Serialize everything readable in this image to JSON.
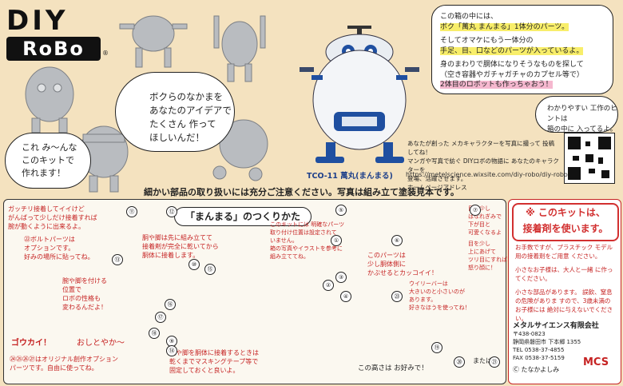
{
  "logo": {
    "top": "DIY",
    "bottom": "RoBo",
    "reg": "®"
  },
  "top_bubble": {
    "line1a": "この箱の中には、",
    "line1b": "ボク「萬丸 まんまる」1体分のパーツ。",
    "line2a": "そしてオマケにもう一体分の",
    "line2b": "手足、目、口などのパーツが入っているよ。",
    "line3a": "身のまわりで胴体になりそうなものを探して",
    "line3b": "（空き容器やガチャガチャのカプセル等で）",
    "line3c": "2体目のロボットも作っちゃおう！"
  },
  "center_bubble": {
    "l1": "ボクらのなかまを",
    "l2": "あなたのアイデアで",
    "l3": "たくさん 作って",
    "l4": "ほしいんだ！"
  },
  "left_bubble": {
    "l1": "これ み〜んな",
    "l2": "このキットで",
    "l3": "作れます！"
  },
  "hint_bubble": {
    "l1": "わかりやすい 工作のヒントは",
    "l2": "箱の中に 入ってるよ。"
  },
  "info": {
    "l1": "あなたが創った メカキャラクターを写真に撮って 投稿してね！",
    "l2": "マンガや写真で紡ぐ DIYロボの物語に あなたのキャラクターを",
    "l3": "登場、活躍させます。",
    "l4": "ホームページアドレス"
  },
  "code_label": "TCO-11 萬丸(まんまる)",
  "url": "https://metelscience.wixsite.com/diy-robo/diy-robo",
  "notice": "細かい部品の取り扱いには充分ご注意ください。写真は組み立て塗装見本です。",
  "howto": "「まんまる」のつくりかた",
  "instr": {
    "a1": "ガッチリ接着してイイけど",
    "a2": "がんばって少しだけ接着すれば",
    "a3": "腕が動くように出来るよ。",
    "b1": "㉒ボルトパーツは",
    "b2": "オプションです。",
    "b3": "好みの場所に貼ってね。",
    "c1": "腕や脚を付ける",
    "c2": "位置で",
    "c3": "ロボの性格も",
    "c4": "変わるんだよ！",
    "d1": "ゴウカイ！",
    "d2": "おしとやか〜",
    "e1": "㉔㉕㉖㉗はオリジナル創作オプション",
    "e2": "パーツです。自由に使ってね。",
    "f1": "胴や脚は先に組み立てて",
    "f2": "接着剤が完全に乾いてから",
    "f3": "胴体に接着します。",
    "g1": "このキットには 明確なパーツ",
    "g2": "取り付け位置は設定されて",
    "g3": "いません。",
    "g4": "箱の写真やイラストを参考に",
    "g5": "組み立ててね。",
    "h1": "このパーツは",
    "h2": "少し胴体側に",
    "h3": "かぶせるとカッコイイ！",
    "i1": "目は少し",
    "i2": "はなれぎみで",
    "i3": "下が目と",
    "i4": "可愛くなるよ",
    "j1": "目を少し",
    "j2": "上にあげて",
    "j3": "ツリ目にすれば",
    "j4": "怒り顔に！",
    "k1": "ウイリーバーは",
    "k2": "大きいのと小さいのが",
    "k3": "あります。",
    "k4": "好きなほうを使ってね！",
    "l1": "腕や脚を胴体に接着するときは",
    "l2": "乾くまでマスキングテープ等で",
    "l3": "固定しておくと良いよ。",
    "m1": "この高さは お好みで！",
    "n1": "または"
  },
  "numbers": [
    "⑫",
    "⑪",
    "⑬",
    "⑩",
    "⑮",
    "⑯",
    "⑰",
    "⑱",
    "⑨",
    "⑤",
    "⑥",
    "①",
    "②",
    "③",
    "④",
    "⑦",
    "⑲",
    "⑳",
    "㉑",
    "㉓",
    "⑭"
  ],
  "warning": {
    "head1": "※ このキットは、",
    "head2": "接着剤を使います。",
    "p1": "お手数ですが、プラスチック モデル用の接着剤をご用意 ください。",
    "p2": "小さなお子様は、大人と一緒 に作ってください。",
    "p3": "小さな部品があります。 誤飲、窒息の危険がありま すので、3歳未満のお子様には 絶対に与えないでください。"
  },
  "company": {
    "name": "メタルサイエンス有限会社",
    "zip": "〒438-0823",
    "addr": "静岡県磐田市 下本郷 1355",
    "tel": "TEL 0538-37-4855",
    "fax": "FAX 0538-37-5159"
  },
  "credit": "Ⓒ たなかよしみ",
  "maker": "MCS"
}
